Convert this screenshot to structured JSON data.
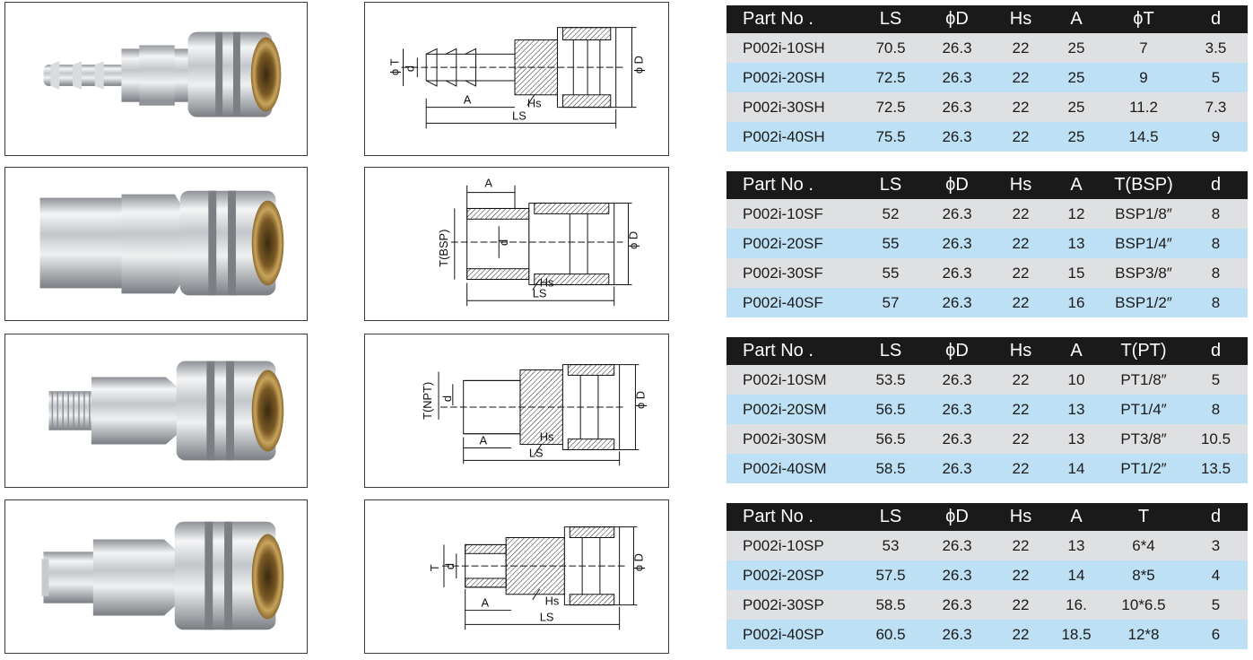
{
  "tables": [
    {
      "id": "sh",
      "headers": [
        "Part No .",
        "LS",
        "ϕD",
        "Hs",
        "A",
        "ϕT",
        "d"
      ],
      "rows": [
        [
          "P002i-10SH",
          "70.5",
          "26.3",
          "22",
          "25",
          "7",
          "3.5"
        ],
        [
          "P002i-20SH",
          "72.5",
          "26.3",
          "22",
          "25",
          "9",
          "5"
        ],
        [
          "P002i-30SH",
          "72.5",
          "26.3",
          "22",
          "25",
          "11.2",
          "7.3"
        ],
        [
          "P002i-40SH",
          "75.5",
          "26.3",
          "22",
          "25",
          "14.5",
          "9"
        ]
      ]
    },
    {
      "id": "sf",
      "headers": [
        "Part No .",
        "LS",
        "ϕD",
        "Hs",
        "A",
        "T(BSP)",
        "d"
      ],
      "rows": [
        [
          "P002i-10SF",
          "52",
          "26.3",
          "22",
          "12",
          "BSP1/8″",
          "8"
        ],
        [
          "P002i-20SF",
          "55",
          "26.3",
          "22",
          "13",
          "BSP1/4″",
          "8"
        ],
        [
          "P002i-30SF",
          "55",
          "26.3",
          "22",
          "15",
          "BSP3/8″",
          "8"
        ],
        [
          "P002i-40SF",
          "57",
          "26.3",
          "22",
          "16",
          "BSP1/2″",
          "8"
        ]
      ]
    },
    {
      "id": "sm",
      "headers": [
        "Part No .",
        "LS",
        "ϕD",
        "Hs",
        "A",
        "T(PT)",
        "d"
      ],
      "rows": [
        [
          "P002i-10SM",
          "53.5",
          "26.3",
          "22",
          "10",
          "PT1/8″",
          "5"
        ],
        [
          "P002i-20SM",
          "56.5",
          "26.3",
          "22",
          "13",
          "PT1/4″",
          "8"
        ],
        [
          "P002i-30SM",
          "56.5",
          "26.3",
          "22",
          "13",
          "PT3/8″",
          "10.5"
        ],
        [
          "P002i-40SM",
          "58.5",
          "26.3",
          "22",
          "14",
          "PT1/2″",
          "13.5"
        ]
      ]
    },
    {
      "id": "sp",
      "headers": [
        "Part No .",
        "LS",
        "ϕD",
        "Hs",
        "A",
        "T",
        "d"
      ],
      "rows": [
        [
          "P002i-10SP",
          "53",
          "26.3",
          "22",
          "13",
          "6*4",
          "3"
        ],
        [
          "P002i-20SP",
          "57.5",
          "26.3",
          "22",
          "14",
          "8*5",
          "4"
        ],
        [
          "P002i-30SP",
          "58.5",
          "26.3",
          "22",
          "16.",
          "10*6.5",
          "5"
        ],
        [
          "P002i-40SP",
          "60.5",
          "26.3",
          "22",
          "18.5",
          "12*8",
          "6"
        ]
      ]
    }
  ],
  "drawings": [
    {
      "labels": {
        "a": "A",
        "ls": "LS",
        "hs": "Hs",
        "d_outer": "ϕ D",
        "t": "ϕ T",
        "d": "d"
      }
    },
    {
      "labels": {
        "a": "A",
        "ls": "LS",
        "hs": "Hs",
        "d_outer": "ϕ D",
        "t": "T(BSP)",
        "d": "d"
      }
    },
    {
      "labels": {
        "a": "A",
        "ls": "LS",
        "hs": "Hs",
        "d_outer": "ϕ D",
        "t": "T(NPT)",
        "d": "d"
      }
    },
    {
      "labels": {
        "a": "A",
        "ls": "LS",
        "hs": "Hs",
        "d_outer": "ϕ D",
        "t": "T",
        "d": "d"
      }
    }
  ],
  "colors": {
    "header_bg": "#1a1a1a",
    "row_gray": "#dfe0e2",
    "row_blue": "#bde0f4",
    "chrome": "#b9bcbf",
    "brass": "#b08a45"
  }
}
